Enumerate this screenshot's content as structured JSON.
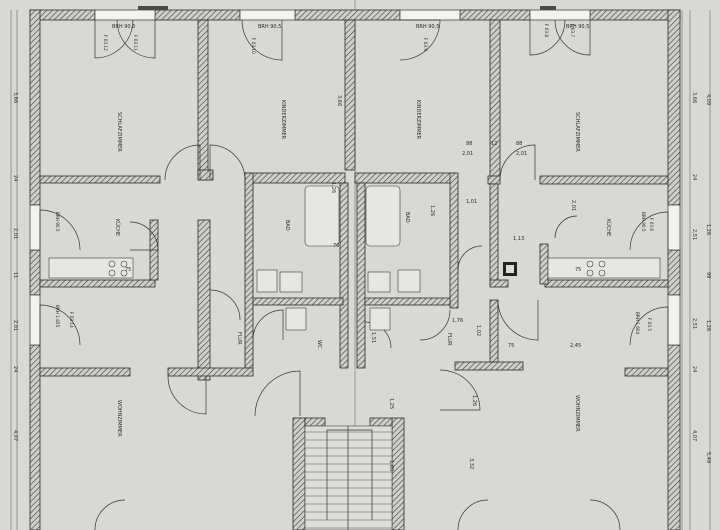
{
  "rooms": {
    "schlaf_left": "SCHLAFZIMMER",
    "kind_left": "KINDERZIMMER",
    "kind_right": "KINDERZIMMER",
    "schlaf_right": "SCHLAFZIMMER",
    "kueche_left": "KÜCHE",
    "kueche_right": "KÜCHE",
    "bad_left": "BAD",
    "bad_right": "BAD",
    "wc": "WC",
    "flur_left": "FLUR",
    "flur_right": "FLUR",
    "wohn_left": "WOHNZIMMER",
    "wohn_right": "WOHNZIMMER"
  },
  "windows": {
    "w1": "BRH 90,5",
    "w2": "BRH 90,5",
    "w3": "BRH 90,5",
    "w4": "BRH 90,5",
    "w5": "BRH 90,5",
    "w6": "BRH 90,5",
    "w7": "BRH 1,855",
    "w8": "BRH 1,604",
    "f1": "F 03.12",
    "f2": "F 03.11",
    "f3": "F 03.10",
    "f4": "F 03.9",
    "f5": "F 03.8",
    "f6": "F 03.7",
    "f7": "F 03.6",
    "f8": "F 03.5",
    "f9": "F 03.14"
  },
  "dims": {
    "l1": "3,66",
    "l2": "24",
    "l3": "2,01",
    "l4": "11",
    "l5": "2,01",
    "l6": "24",
    "l7": "4,07",
    "r1": "4,09",
    "r2": "3,66",
    "r3": "24",
    "r4": "1,26",
    "r5": "2,51",
    "r6": "99",
    "r7": "1,26",
    "r8": "2,51",
    "r9": "24",
    "r10": "4,07",
    "r11": "5,49",
    "i1": "3,66",
    "i2": "2,01",
    "i3": "2,01",
    "i4": "88",
    "i5": "12",
    "i6": "88",
    "i7": "1,01",
    "i8": "1,26",
    "i9": "1,76",
    "i10": "1,26",
    "i11": "2,45",
    "i12": "75",
    "i13": "1,25",
    "i14": "1,26",
    "i15": "1,51",
    "i16": "3,32",
    "i17": "1,89",
    "i18": "75",
    "i19": "2,01",
    "i20": "1,13",
    "i21": "76",
    "i22": "75",
    "i23": "1,02"
  }
}
